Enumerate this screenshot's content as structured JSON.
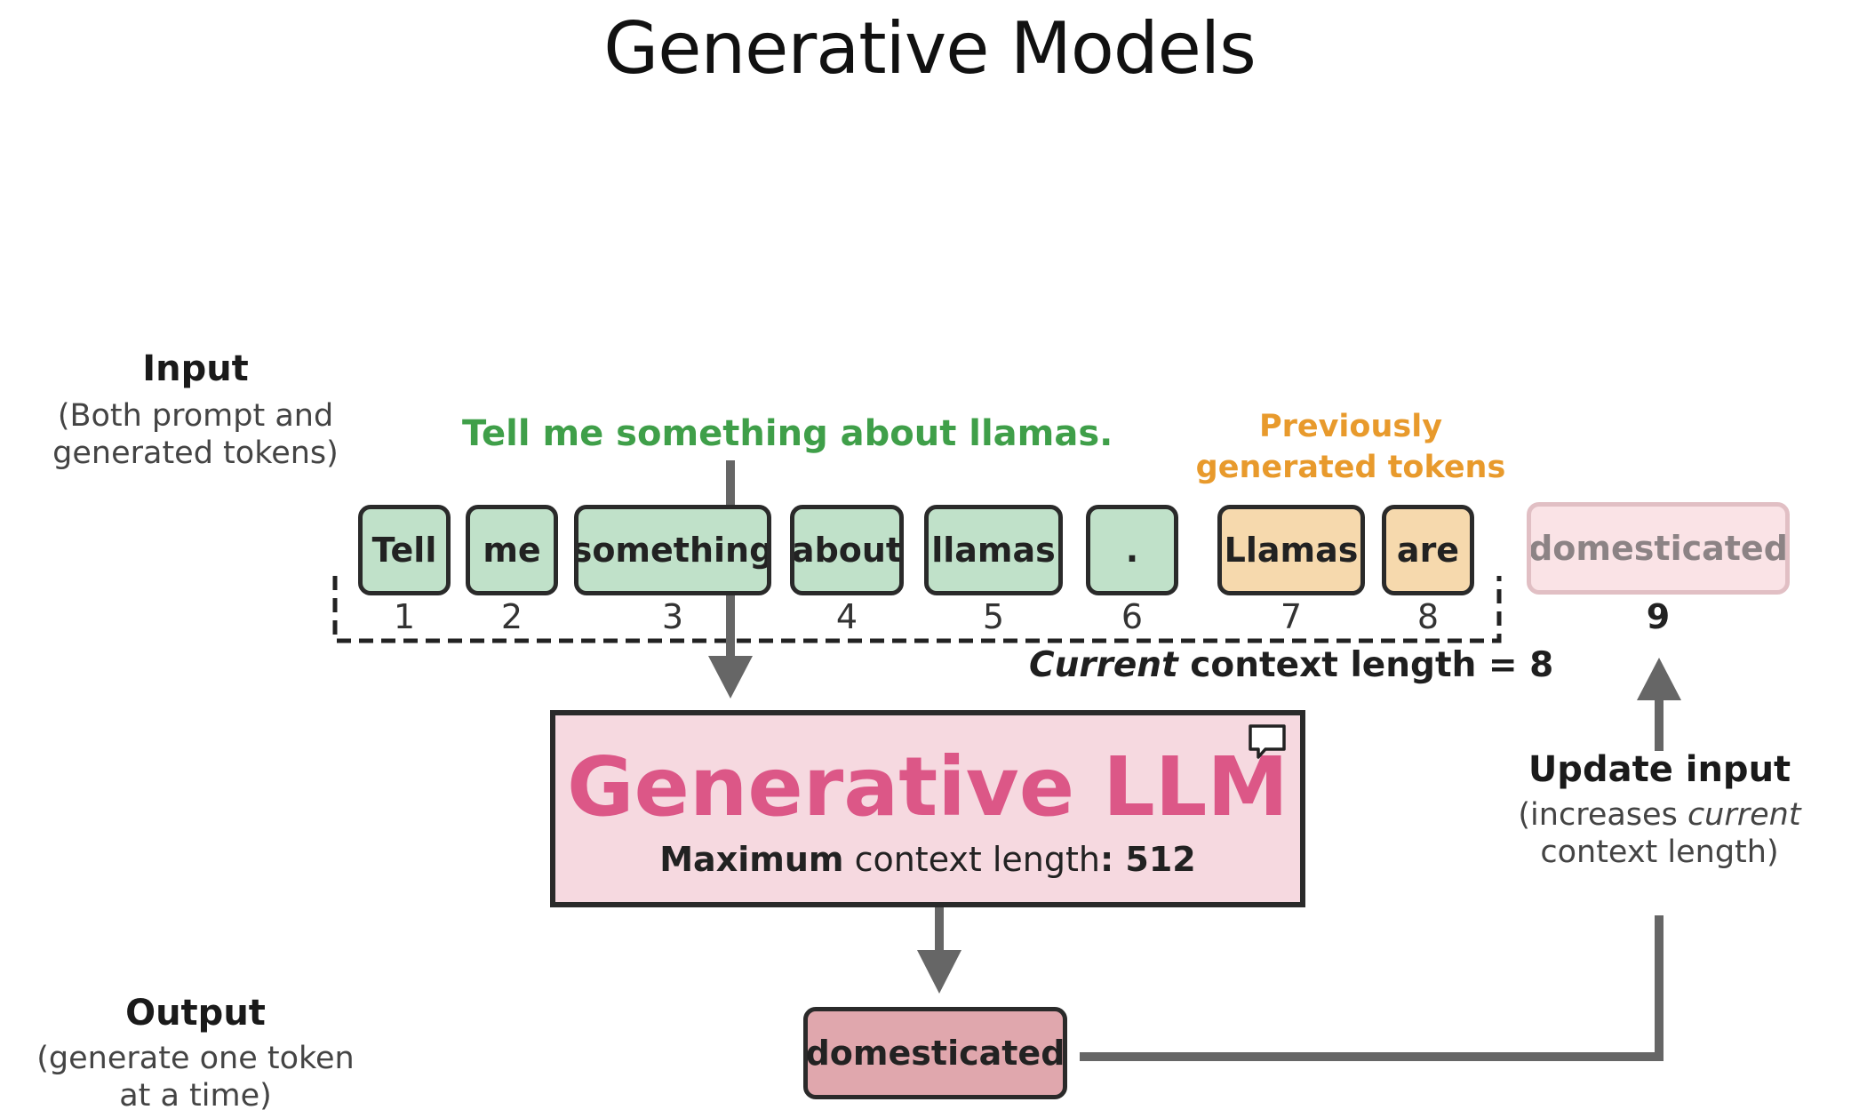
{
  "title": "Generative Models",
  "input_label": {
    "title": "Input",
    "subtitle_line1": "(Both prompt and",
    "subtitle_line2": "generated tokens)"
  },
  "prompt_text": "Tell me something about llamas.",
  "previous_label": {
    "line1": "Previously",
    "line2": "generated tokens"
  },
  "tokens": [
    {
      "text": "Tell",
      "index": "1",
      "kind": "prompt"
    },
    {
      "text": "me",
      "index": "2",
      "kind": "prompt"
    },
    {
      "text": "something",
      "index": "3",
      "kind": "prompt"
    },
    {
      "text": "about",
      "index": "4",
      "kind": "prompt"
    },
    {
      "text": "llamas",
      "index": "5",
      "kind": "prompt"
    },
    {
      "text": ".",
      "index": "6",
      "kind": "prompt"
    },
    {
      "text": "Llamas",
      "index": "7",
      "kind": "generated"
    },
    {
      "text": "are",
      "index": "8",
      "kind": "generated"
    }
  ],
  "next_token": {
    "text": "domesticated",
    "index": "9"
  },
  "context_length": {
    "italic": "Current",
    "rest": " context length = 8"
  },
  "llm": {
    "title": "Generative LLM",
    "max_bold": "Maximum",
    "max_text": " context length",
    "max_value": ": 512"
  },
  "update_label": {
    "title": "Update input",
    "line1_prefix": "(increases ",
    "line1_italic": "current",
    "line2": "context length)"
  },
  "output_label": {
    "title": "Output",
    "line1": "(generate one token",
    "line2": "at a time)"
  },
  "output_token": "domesticated",
  "colors": {
    "prompt_green": "#3f9f49",
    "generated_orange": "#e89a2c",
    "llm_pink": "#dc5787"
  }
}
